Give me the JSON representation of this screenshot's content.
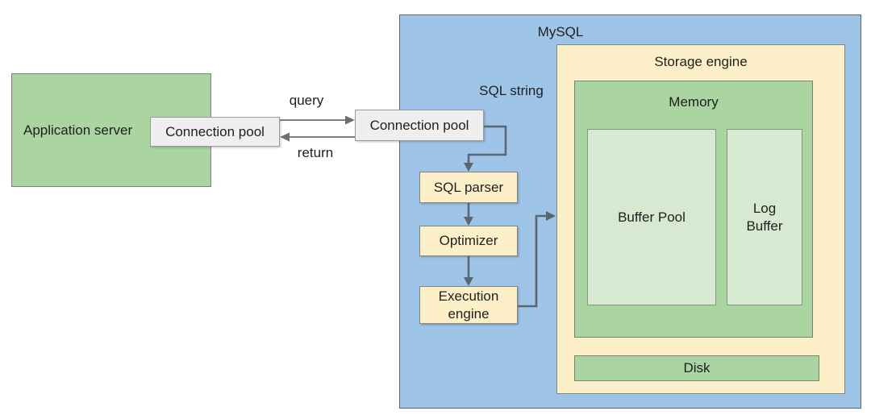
{
  "boxes": {
    "app_server": "Application server",
    "connection_pool_app": "Connection pool",
    "connection_pool_mysql": "Connection pool",
    "mysql": "MySQL",
    "sql_parser": "SQL parser",
    "optimizer": "Optimizer",
    "execution_engine": "Execution engine",
    "storage_engine": "Storage engine",
    "memory": "Memory",
    "buffer_pool": "Buffer Pool",
    "log_buffer": "Log Buffer",
    "disk": "Disk"
  },
  "labels": {
    "query": "query",
    "return": "return",
    "sql_string": "SQL string"
  },
  "colors": {
    "mysql_fill": "#9ec4e7",
    "storage_fill": "#fdf0c8",
    "green_fill": "#aad4a0",
    "light_green_fill": "#d8e9d2",
    "grey_fill": "#efefef",
    "connector": "#5a6670",
    "text": "#1f1f1f",
    "background": "#ffffff"
  }
}
